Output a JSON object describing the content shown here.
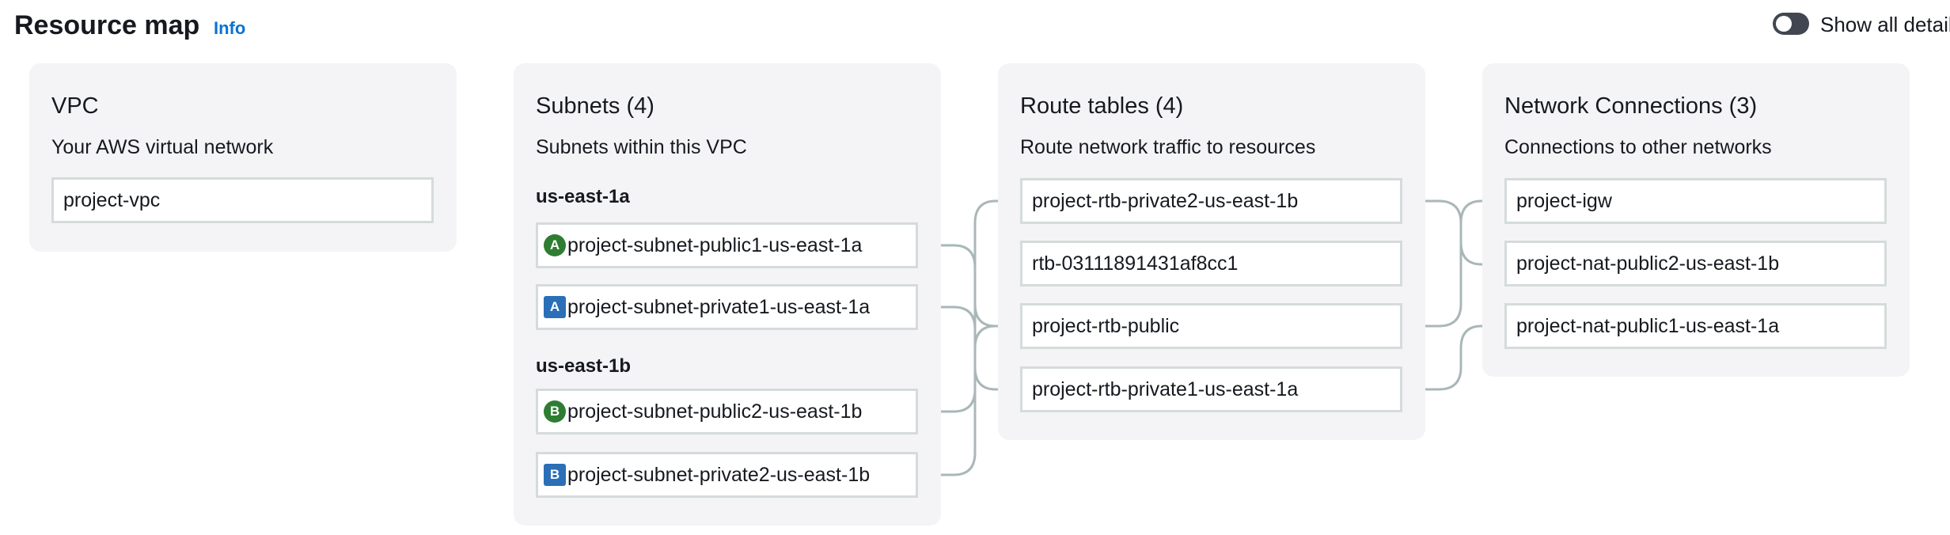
{
  "header": {
    "title": "Resource map",
    "info_link": "Info",
    "toggle_label": "Show all detail",
    "toggle_on": false
  },
  "vpc": {
    "title": "VPC",
    "description": "Your AWS virtual network",
    "items": [
      "project-vpc"
    ]
  },
  "subnets": {
    "title": "Subnets (4)",
    "description": "Subnets within this VPC",
    "groups": [
      {
        "zone": "us-east-1a",
        "items": [
          {
            "badge": "A",
            "badge_style": "round-green",
            "name": "project-subnet-public1-us-east-1a"
          },
          {
            "badge": "A",
            "badge_style": "square-blue",
            "name": "project-subnet-private1-us-east-1a"
          }
        ]
      },
      {
        "zone": "us-east-1b",
        "items": [
          {
            "badge": "B",
            "badge_style": "round-green",
            "name": "project-subnet-public2-us-east-1b"
          },
          {
            "badge": "B",
            "badge_style": "square-blue",
            "name": "project-subnet-private2-us-east-1b"
          }
        ]
      }
    ]
  },
  "route_tables": {
    "title": "Route tables (4)",
    "description": "Route network traffic to resources",
    "items": [
      "project-rtb-private2-us-east-1b",
      "rtb-03111891431af8cc1",
      "project-rtb-public",
      "project-rtb-private1-us-east-1a"
    ]
  },
  "network_connections": {
    "title": "Network Connections (3)",
    "description": "Connections to other networks",
    "items": [
      "project-igw",
      "project-nat-public2-us-east-1b",
      "project-nat-public1-us-east-1a"
    ]
  },
  "colors": {
    "panel_background": "#f4f4f6",
    "box_border": "#d5dbdb",
    "connector_line": "#aab7b8",
    "info_link": "#0972d3",
    "badge_green": "#2e7d32",
    "badge_blue": "#2a6fb7",
    "toggle_off": "#424650"
  }
}
